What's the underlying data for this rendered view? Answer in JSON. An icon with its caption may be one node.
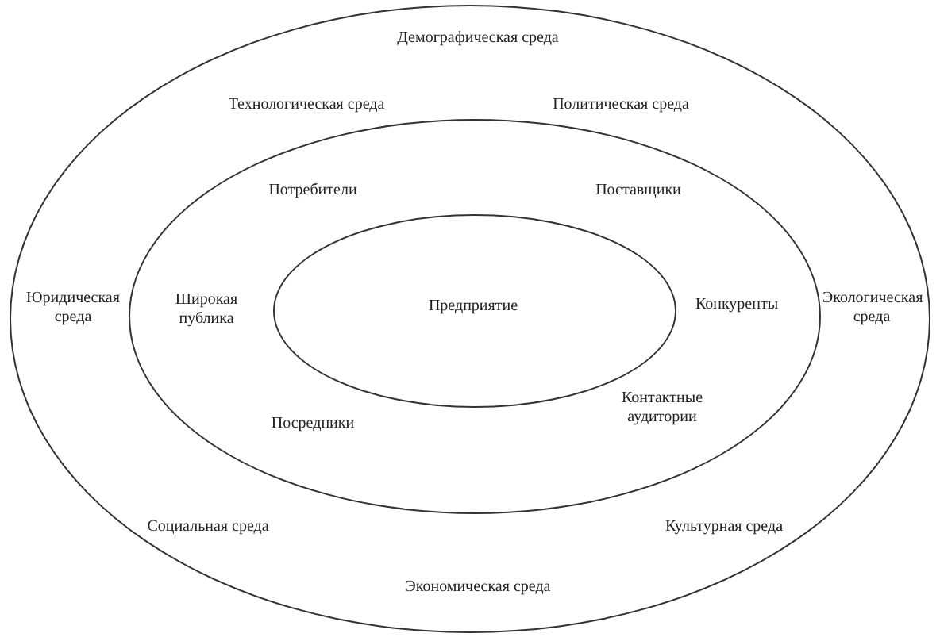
{
  "diagram": {
    "nodes": [
      {
        "text": [
          "Демографическая среда",
          "Технологическая среда",
          "Политическая среда",
          "Юридическая среда",
          "Экологическая среда",
          "Социальная среда",
          "Культурная среда",
          "Экономическая среда"
        ]
      },
      {
        "text": [
          "Потребители",
          "Поставщики",
          "Широкая публика",
          "Конкуренты",
          "Посредники",
          "Контактные аудитории"
        ],
        "in": 0
      },
      {
        "text": [
          "Предприятие"
        ],
        "in": 1
      }
    ]
  }
}
